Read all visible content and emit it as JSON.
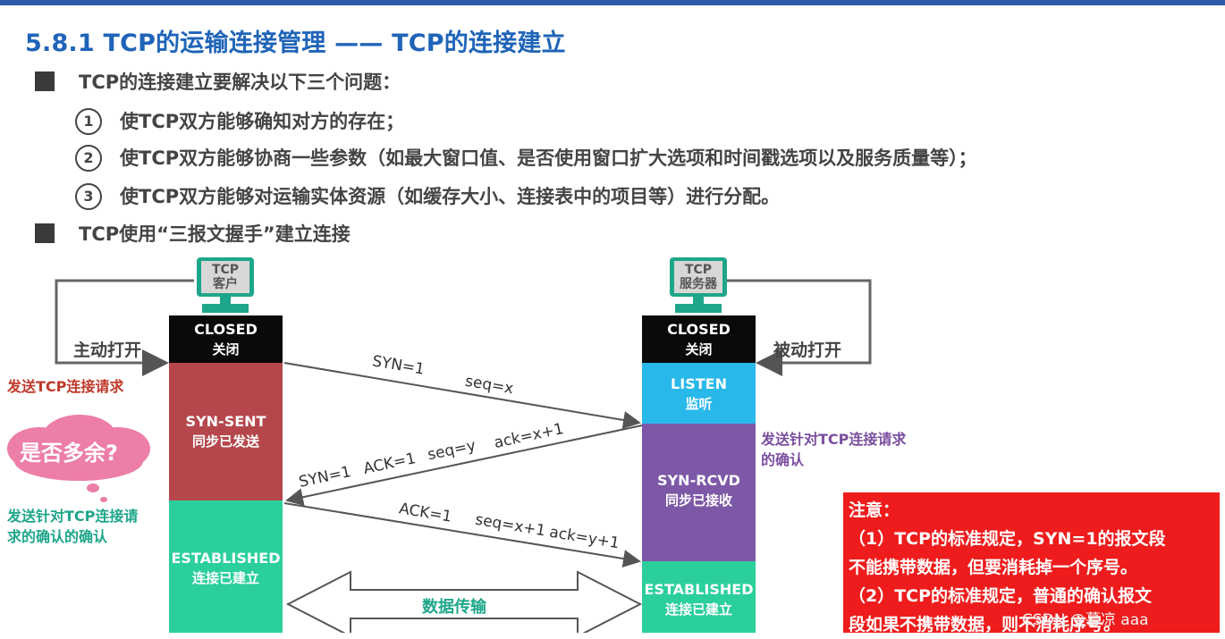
{
  "title": "5.8.1 TCP的运输连接管理 —— TCP的连接建立",
  "bullets": [
    {
      "text": "TCP的连接建立要解决以下三个问题："
    },
    {
      "text": "TCP使用“三报文握手”建立连接"
    }
  ],
  "problems": [
    {
      "num": "1",
      "text": "使TCP双方能够确知对方的存在；"
    },
    {
      "num": "2",
      "text": "使TCP双方能够协商一些参数（如最大窗口值、是否使用窗口扩大选项和时间戳选项以及服务质量等）；"
    },
    {
      "num": "3",
      "text": "使TCP双方能够对运输实体资源（如缓存大小、连接表中的项目等）进行分配。"
    }
  ],
  "client": {
    "pc_line1": "TCP",
    "pc_line2": "客户",
    "action": "主动打开",
    "states": [
      {
        "en": "CLOSED",
        "zh": "关闭",
        "color": "#0a0a0a"
      },
      {
        "en": "SYN-SENT",
        "zh": "同步已发送",
        "color": "#b5474c"
      },
      {
        "en": "ESTABLISHED",
        "zh": "连接已建立",
        "color": "#2bcf9c"
      }
    ]
  },
  "server": {
    "pc_line1": "TCP",
    "pc_line2": "服务器",
    "action": "被动打开",
    "states": [
      {
        "en": "CLOSED",
        "zh": "关闭",
        "color": "#0a0a0a"
      },
      {
        "en": "LISTEN",
        "zh": "监听",
        "color": "#29b8ea"
      },
      {
        "en": "SYN-RCVD",
        "zh": "同步已接收",
        "color": "#7d58a6"
      },
      {
        "en": "ESTABLISHED",
        "zh": "连接已建立",
        "color": "#2bcf9c"
      }
    ]
  },
  "messages": {
    "m1_a": "SYN=1",
    "m1_b": "seq=x",
    "m2_a": "SYN=1",
    "m2_b": "ACK=1",
    "m2_c": "seq=y",
    "m2_d": "ack=x+1",
    "m3_a": "ACK=1",
    "m3_b": "seq=x+1",
    "m3_c": "ack=y+1"
  },
  "notes": {
    "send_request": "发送TCP连接请求",
    "confirm_line1": "发送针对TCP连接请求",
    "confirm_line2": "的确认",
    "ack_confirm_line1": "发送针对TCP连接请",
    "ack_confirm_line2": "求的确认的确认",
    "cloud": "是否多余?",
    "data_transfer": "数据传输"
  },
  "attention": {
    "heading": "注意：",
    "line1": "（1）TCP的标准规定，SYN=1的报文段",
    "line2": "不能携带数据，但要消耗掉一个序号。",
    "line3": "（2）TCP的标准规定，普通的确认报文",
    "line4": "段如果不携带数据，则不消耗序号。"
  },
  "watermark": "CSDN @暮凉 aaa"
}
